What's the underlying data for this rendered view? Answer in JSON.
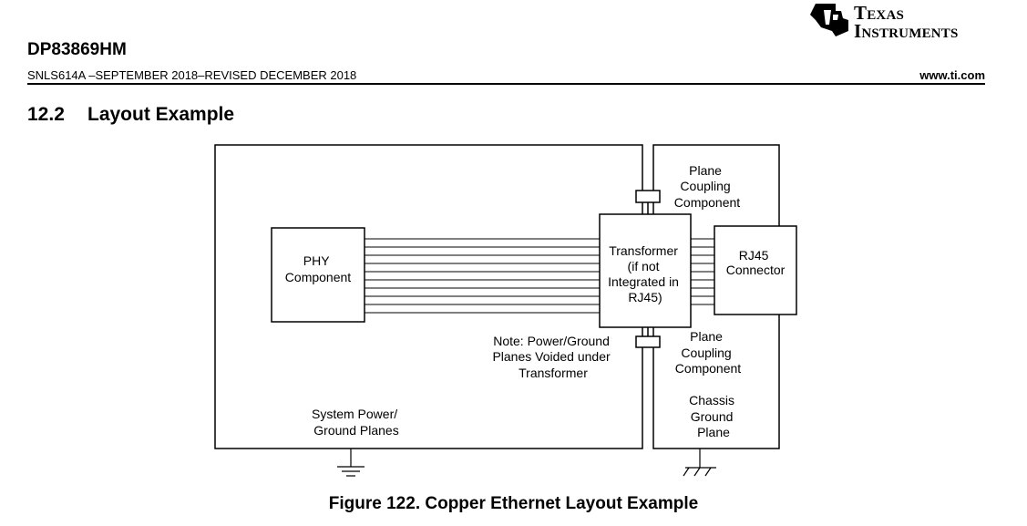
{
  "header": {
    "part_number": "DP83869HM",
    "doc_id": "SNLS614A –SEPTEMBER 2018–REVISED DECEMBER 2018",
    "website": "www.ti.com",
    "logo": {
      "line1": "Texas",
      "line2": "Instruments",
      "icon": "ti-logo-icon"
    }
  },
  "section": {
    "number": "12.2",
    "title": "Layout Example"
  },
  "diagram": {
    "phy": [
      "PHY",
      "Component"
    ],
    "transformer": [
      "Transformer",
      "(if not",
      "Integrated in",
      "RJ45)"
    ],
    "rj45": [
      "RJ45",
      "Connector"
    ],
    "coupling_top": [
      "Plane",
      "Coupling",
      "Component"
    ],
    "coupling_bottom": [
      "Plane",
      "Coupling",
      "Component"
    ],
    "note": [
      "Note: Power/Ground",
      "Planes Voided under",
      "Transformer"
    ],
    "system_planes": [
      "System Power/",
      "Ground Planes"
    ],
    "chassis": [
      "Chassis",
      "Ground",
      "Plane"
    ],
    "icons": [
      "ground-icon",
      "chassis-ground-icon"
    ]
  },
  "figure": {
    "caption": "Figure 122.  Copper Ethernet Layout Example"
  }
}
